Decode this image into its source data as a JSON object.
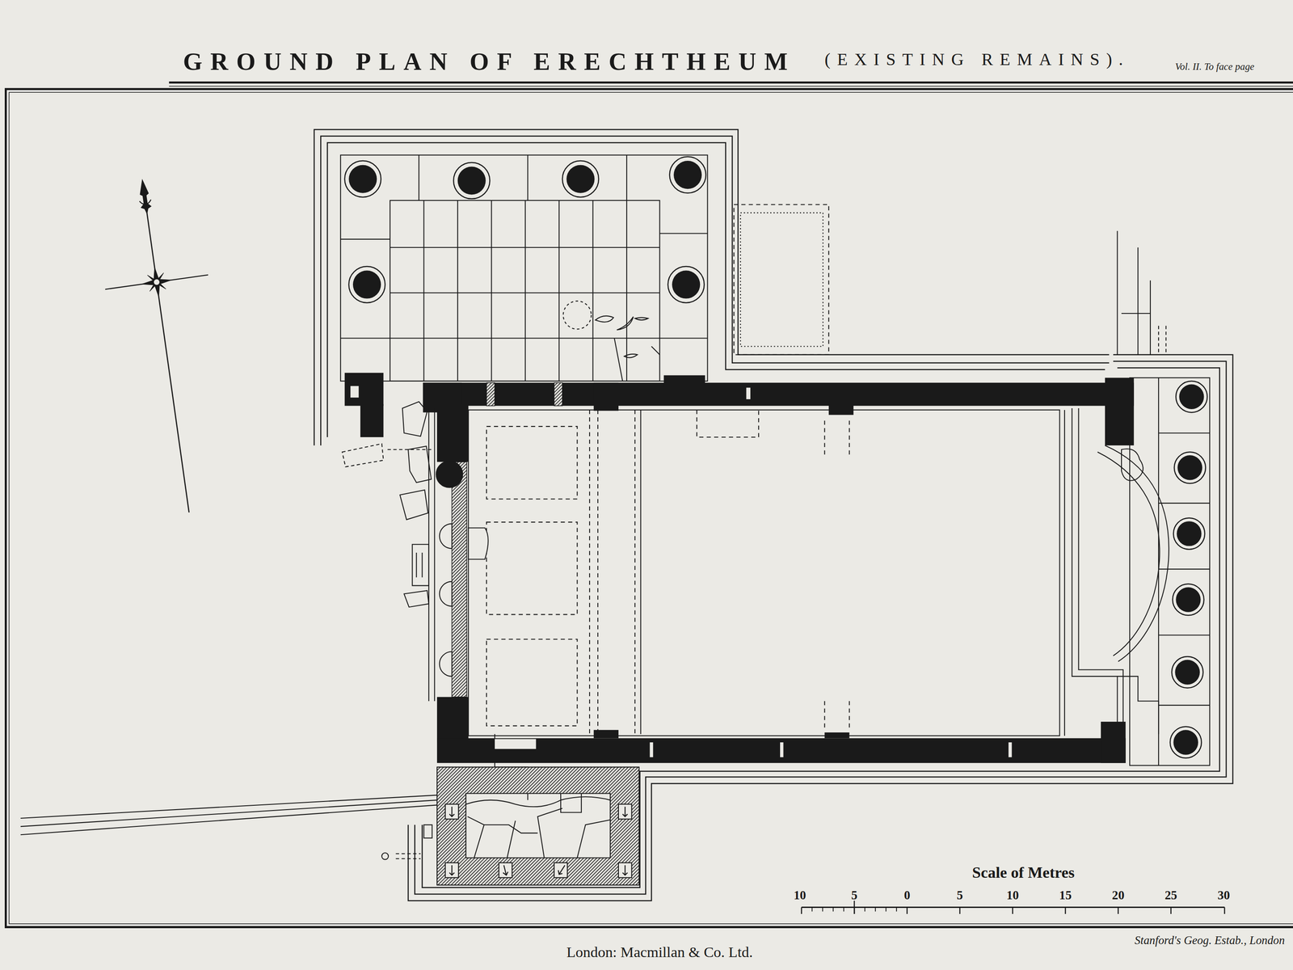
{
  "diagram": {
    "title": "GROUND PLAN OF ERECHTHEUM",
    "labels": [
      "(EXISTING REMAINS).",
      "Vol. II. To face page",
      "Scale of Metres",
      "10",
      "5",
      "0",
      "5",
      "10",
      "15",
      "20",
      "25",
      "30",
      "Stanford's Geog. Estab., London",
      "London: Macmillan & Co. Ltd."
    ]
  }
}
